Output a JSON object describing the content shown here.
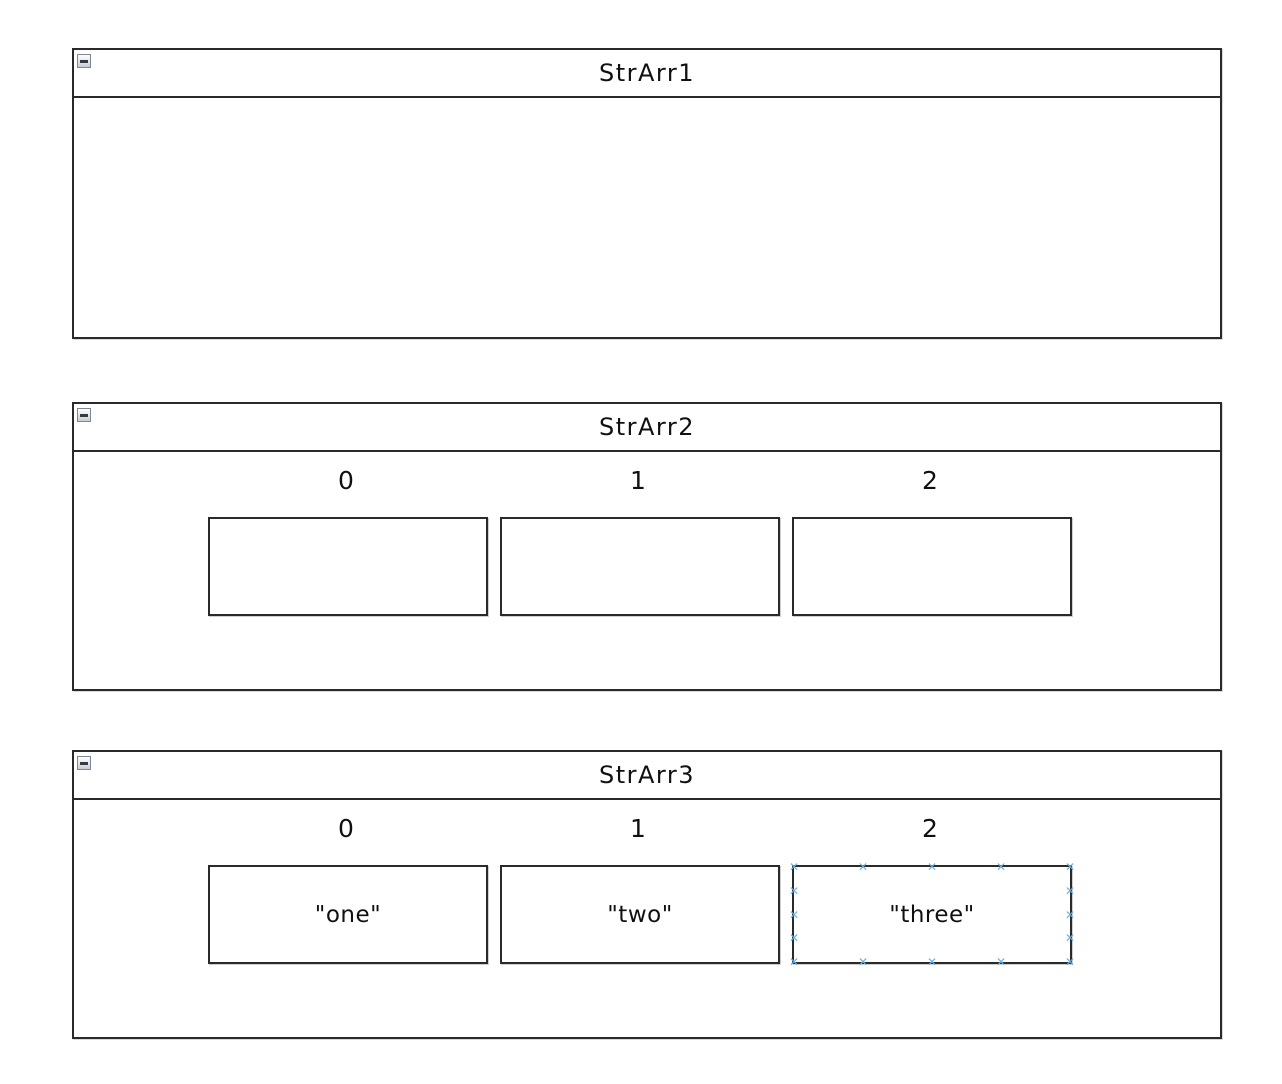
{
  "icons": {
    "minimize": "minus-bar",
    "selection_handle": "✕"
  },
  "colors": {
    "background": "#ffffff",
    "panel_border": "#2a2a2a",
    "cell_border": "#2a2a2a",
    "selection_handle": "#6aafe0",
    "minimize_button_border": "#7d8797",
    "minimize_button_bar": "#35393f"
  },
  "panels": [
    {
      "title": "StrArr1",
      "indices": [],
      "cells": []
    },
    {
      "title": "StrArr2",
      "indices": [
        "0",
        "1",
        "2"
      ],
      "cells": [
        "",
        "",
        ""
      ]
    },
    {
      "title": "StrArr3",
      "indices": [
        "0",
        "1",
        "2"
      ],
      "cells": [
        "\"one\"",
        "\"two\"",
        "\"three\""
      ],
      "selected_cell": 2
    }
  ]
}
